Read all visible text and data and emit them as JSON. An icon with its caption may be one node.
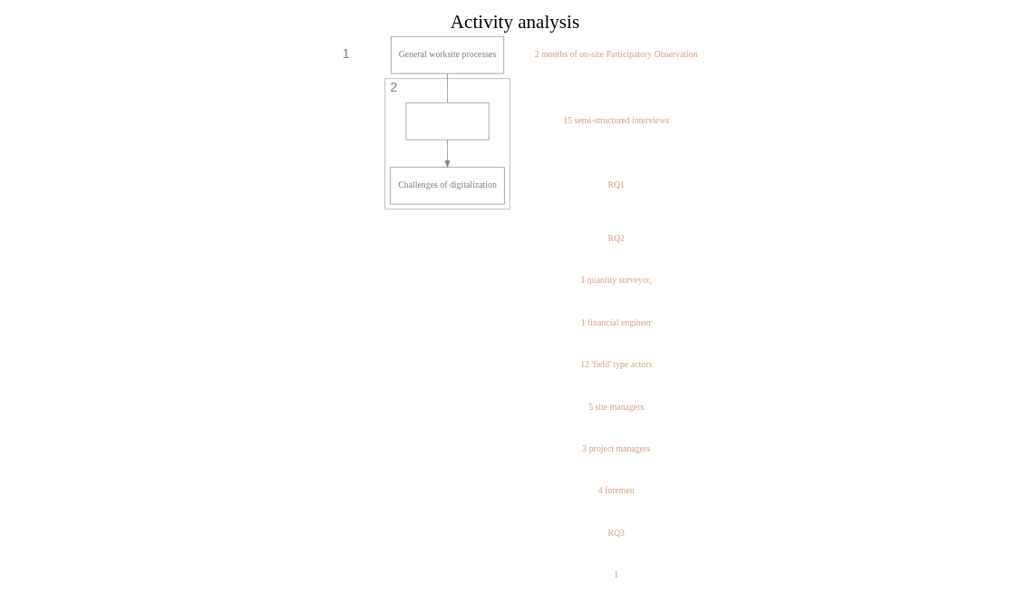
{
  "diagram": {
    "title": "Activity analysis",
    "nodes": [
      {
        "text": [
          "General worksite processes"
        ],
        "beside": [
          "1"
        ]
      },
      {
        "text": [
          "2"
        ]
      },
      {
        "text": [],
        "shape": "box",
        "in": 1
      },
      {
        "text": [
          "Challenges of digitalization"
        ],
        "in": 1
      }
    ],
    "edges": [
      {
        "from": 0,
        "to": 2,
        "arrow": "none"
      },
      {
        "from": 2,
        "to": 3,
        "arrow": "to"
      }
    ],
    "labels": [
      "2 months of on-site Participatory Observation",
      "15 semi-structured interviews",
      "RQ1",
      "RQ2",
      "1 quantity surveyor,",
      "1 financial engineer",
      "12 'field' type actors",
      "5 site managers",
      "3 project managers",
      "4 foremen",
      "RQ3",
      "1"
    ]
  }
}
